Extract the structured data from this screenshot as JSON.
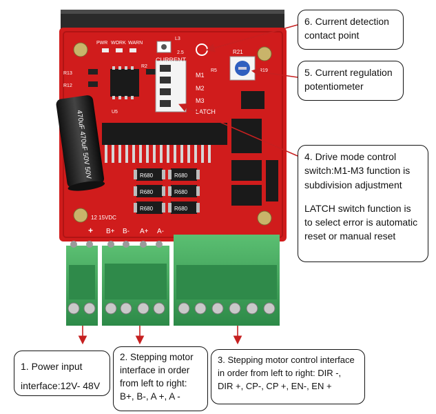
{
  "board_labels": {
    "pwr": "PWR",
    "work": "WORK",
    "warn": "WARN",
    "current": "CURRENT",
    "l3": "L3",
    "l2": "2.5",
    "r21": "R21",
    "r5": "R5",
    "r19": "R19",
    "r13": "R13",
    "r12": "R12",
    "r2": "R2",
    "u5": "U5",
    "m1": "M1",
    "m2": "M2",
    "m3": "M3",
    "latch": "LATCH",
    "cap": "470uF 470uF 50V 50V",
    "resistor": "R680",
    "v": "12  15VDC",
    "plus": "+",
    "bplus": "B+",
    "bminus": "B-",
    "aplus": "A+",
    "aminus": "A-"
  },
  "callouts": {
    "c6": [
      "6. Current detection",
      "contact point"
    ],
    "c5": [
      "5. Current regulation",
      "potentiometer"
    ],
    "c4a": [
      "4. Drive mode control",
      "switch:M1-M3 function is",
      "subdivision adjustment"
    ],
    "c4b": [
      "LATCH switch function is",
      "to select error is automatic",
      "reset or manual reset"
    ],
    "c1": [
      "1. Power input",
      "interface:12V- 48V"
    ],
    "c2": [
      "2. Stepping motor",
      "interface in order",
      "from left to right:",
      "B+, B-, A +, A -"
    ],
    "c3": [
      "3. Stepping motor control interface",
      "in order from left to right: DIR -,",
      "DIR +, CP-, CP +, EN-, EN +"
    ]
  },
  "colors": {
    "board": "#d01c1c",
    "terminal": "#3fa35a",
    "heatsink": "#2a2a2a",
    "arrow": "#c62020"
  }
}
